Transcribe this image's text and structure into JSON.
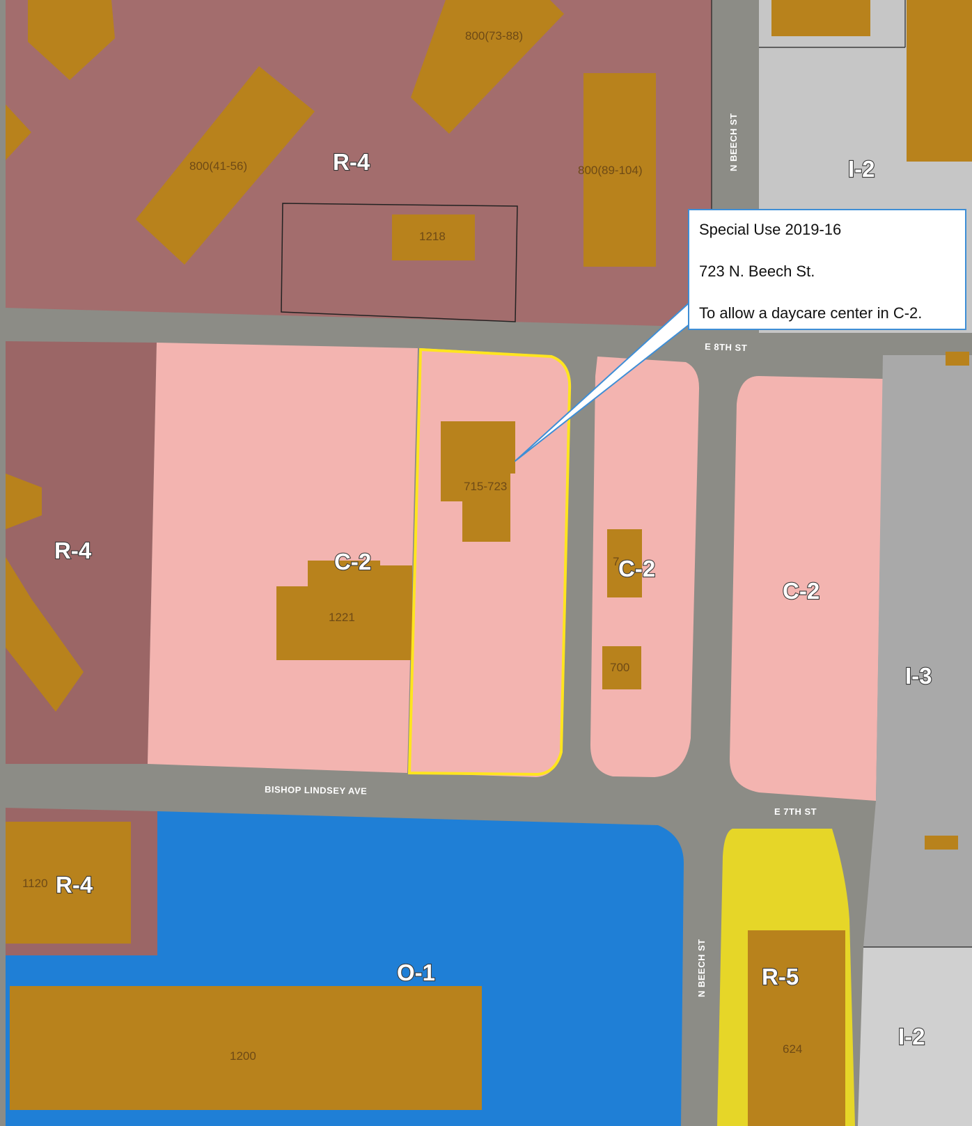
{
  "callout": {
    "case": "Special Use 2019-16",
    "address": "723 N. Beech St.",
    "purpose": "To allow a daycare center in C-2."
  },
  "zones": {
    "r4_north": "R-4",
    "r4_west": "R-4",
    "r4_southwest": "R-4",
    "i2_northeast": "I-2",
    "i2_southeast": "I-2",
    "i3_east": "I-3",
    "c2_west": "C-2",
    "c2_middle": "C-2",
    "c2_east": "C-2",
    "o1": "O-1",
    "r5": "R-5"
  },
  "parcels": {
    "p_800_73_88": "800(73-88)",
    "p_800_41_56": "800(41-56)",
    "p_800_89_104": "800(89-104)",
    "p_1218": "1218",
    "p_715_723": "715-723",
    "p_1221": "1221",
    "p_700": "700",
    "p_1120": "1120",
    "p_1200": "1200",
    "p_624": "624",
    "p_partial": "7"
  },
  "streets": {
    "n_beech_north": "N BEECH ST",
    "n_beech_south": "N BEECH ST",
    "e_8th": "E 8TH ST",
    "bishop_lindsey": "BISHOP LINDSEY AVE",
    "e_7th": "E 7TH ST"
  },
  "colors": {
    "r4_zone": "#a36d6d",
    "c2_zone": "#f4b0ac",
    "o1_zone": "#1f7fd6",
    "r5_zone": "#e6d628",
    "industrial_zone": "#bdbdbd",
    "building": "#b8821c",
    "road": "#8c8c86",
    "subject_outline": "#ffe51f",
    "callout_border": "#3e8ed6"
  }
}
